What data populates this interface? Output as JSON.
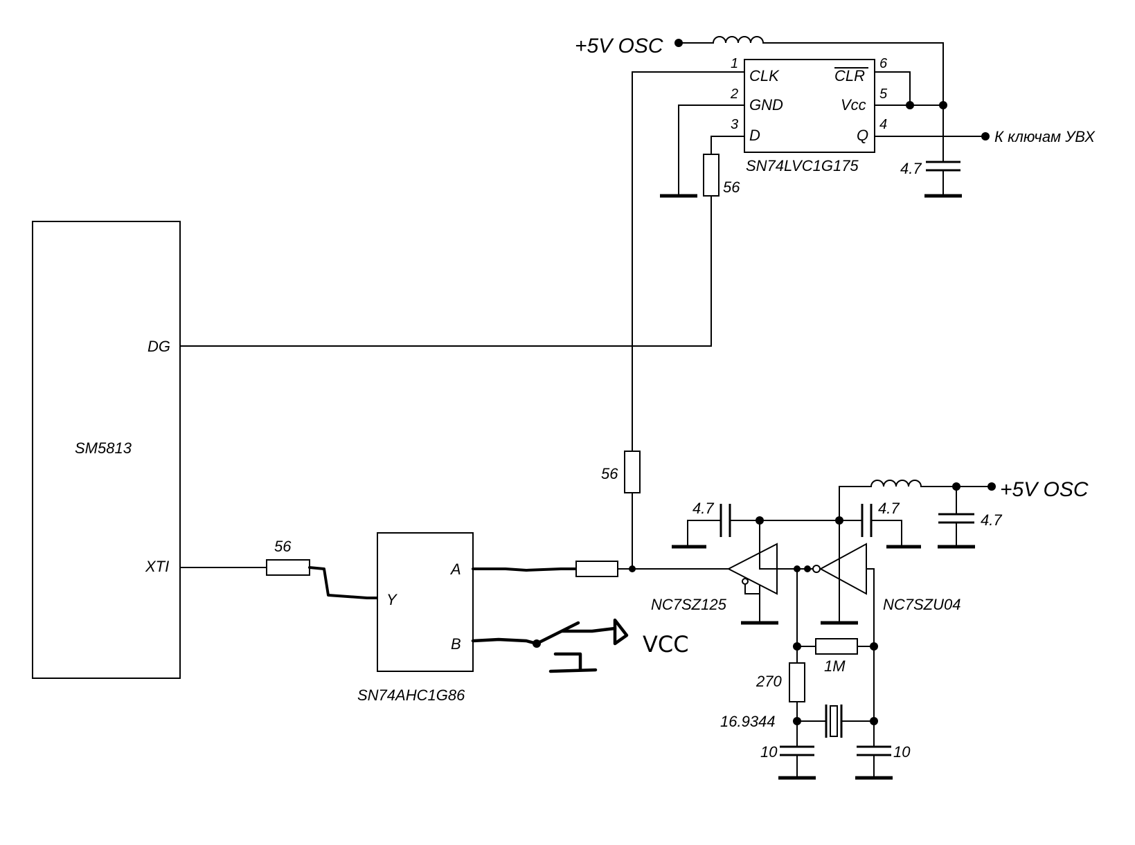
{
  "schematic": {
    "ic_main": {
      "name": "SM5813",
      "pins": {
        "dg": "DG",
        "xti": "XTI"
      }
    },
    "ic_xor": {
      "name": "SN74AHC1G86",
      "pins": {
        "a": "A",
        "b": "B",
        "y": "Y"
      }
    },
    "ic_ff": {
      "name": "SN74LVC1G175",
      "pins": {
        "clk": "CLK",
        "gnd": "GND",
        "d": "D",
        "clr": "CLR",
        "vcc": "Vcc",
        "q": "Q"
      },
      "pin_numbers": {
        "p1": "1",
        "p2": "2",
        "p3": "3",
        "p4": "4",
        "p5": "5",
        "p6": "6"
      }
    },
    "buffer": {
      "name": "NC7SZ125"
    },
    "inverter": {
      "name": "NC7SZU04"
    },
    "power": {
      "top": "+5V OSC",
      "bottom": "+5V OSC"
    },
    "output": {
      "label": "К ключам УВХ"
    },
    "handwritten": {
      "vcc": "VCC"
    },
    "components": {
      "r_xti": "56",
      "r_clk": "56",
      "r_d": "56",
      "c_ff": "4.7",
      "c_left": "4.7",
      "c_mid": "4.7",
      "c_right": "4.7",
      "r_feedback": "1M",
      "r_series": "270",
      "crystal": "16.9344",
      "c_load_left": "10",
      "c_load_right": "10"
    }
  }
}
